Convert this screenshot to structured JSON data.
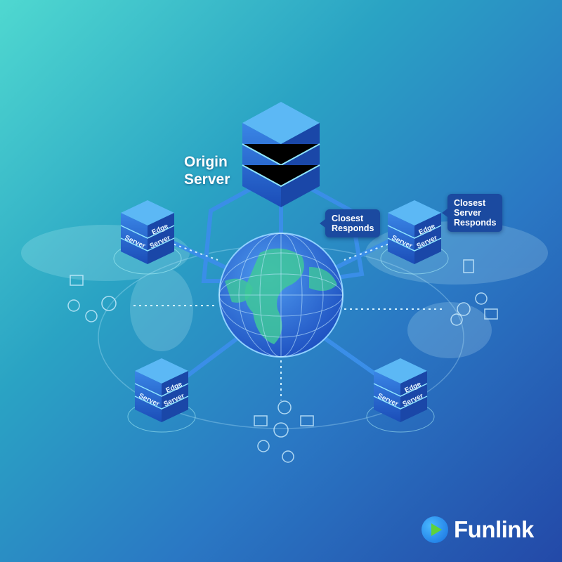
{
  "origin": {
    "label_line1": "Origin",
    "label_line2": "Server"
  },
  "edge_servers": [
    {
      "word1": "Edge",
      "word2": "Server",
      "word3": "Server"
    },
    {
      "word1": "Edge",
      "word2": "Server",
      "word3": "Server"
    },
    {
      "word1": "Edge",
      "word2": "Server",
      "word3": "Server"
    },
    {
      "word1": "Edge",
      "word2": "Server",
      "word3": "Server"
    }
  ],
  "bubbles": [
    {
      "line1": "Closest",
      "line2": "Responds"
    },
    {
      "line1": "Closest",
      "line2": "Server",
      "line3": "Responds"
    }
  ],
  "brand": {
    "name": "Funlink",
    "accent": "#5fd23a",
    "mark_color": "#1670e0"
  },
  "colors": {
    "server_top": "#4aa8f0",
    "server_side": "#1f5fc8",
    "globe_land": "#3fc89a",
    "globe_sea": "#2a6fd8",
    "link": "#3a8ee8"
  }
}
